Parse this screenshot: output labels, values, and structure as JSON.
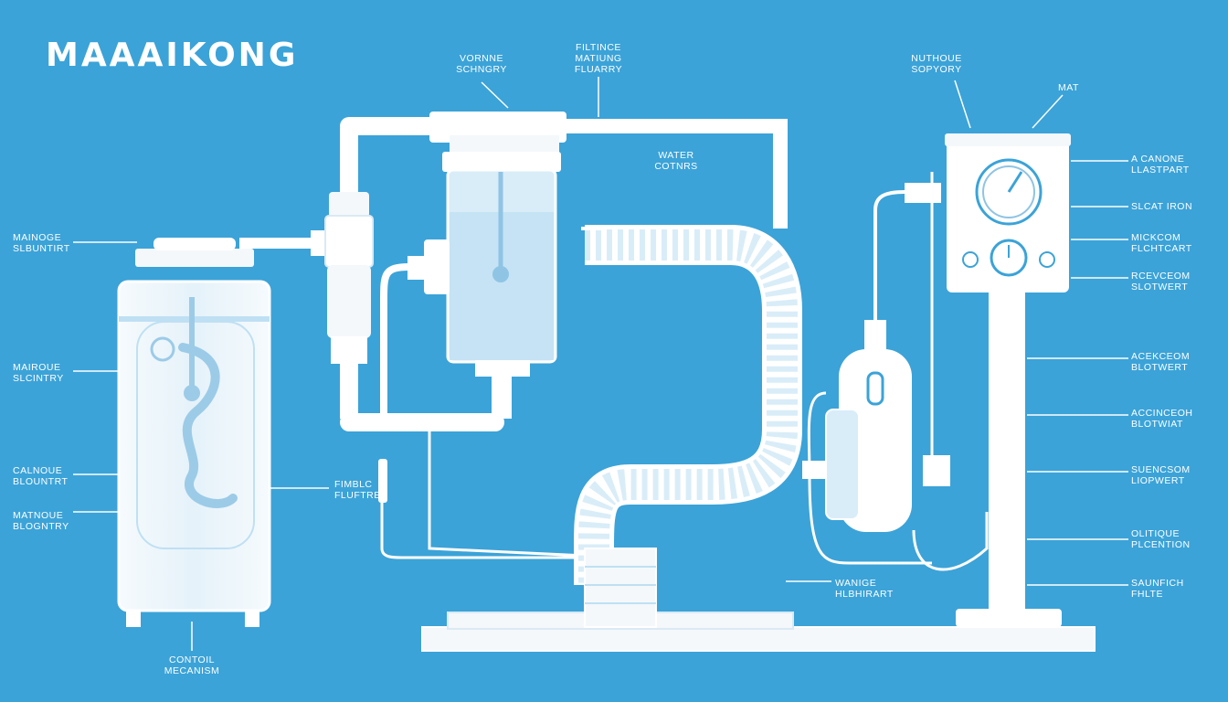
{
  "title": "MAAAIKONG",
  "labels": {
    "top_left_1": [
      "VORNNE",
      "SCHNGRY"
    ],
    "top_center": [
      "FILTINCE",
      "MATIUNG",
      "FLUARRY"
    ],
    "water": [
      "WATER",
      "COTNRS"
    ],
    "top_right": [
      "NUTHOUE",
      "SOPYORY"
    ],
    "mat": "MAT",
    "left_1": [
      "MAINOGE",
      "SLBUNTIRT"
    ],
    "left_2": [
      "MAIROUE",
      "SLCINTRY"
    ],
    "left_3": [
      "CALNOUE",
      "BLOUNTRT"
    ],
    "left_4": [
      "MATNOUE",
      "BLOGNTRY"
    ],
    "bottom_left": [
      "CONTOIL",
      "MECANISM"
    ],
    "mid_left": [
      "FIMBLC",
      "FLUFTRE"
    ],
    "bottom_center": [
      "WANIGE",
      "HLBHIRART"
    ],
    "right_1": [
      "A CANONE",
      "LLASTPART"
    ],
    "right_2": "SLCAT IRON",
    "right_3": [
      "MICKCOM",
      "FLCHTCART"
    ],
    "right_4": [
      "RCEVCEOM",
      "SLOTWERT"
    ],
    "right_5": [
      "ACEKCEOM",
      "BLOTWERT"
    ],
    "right_6": [
      "ACCINCEOH",
      "BLOTWIAT"
    ],
    "right_7": [
      "SUENCSOM",
      "LIOPWERT"
    ],
    "right_8": [
      "OLITIQUE",
      "PLCENTION"
    ],
    "right_9": [
      "SAUNFICH",
      "FHLTE"
    ]
  },
  "colors": {
    "background": "#3ba3d8",
    "line": "#ffffff",
    "fill_light": "#f4f8fb",
    "water": "#bfe0f3"
  }
}
